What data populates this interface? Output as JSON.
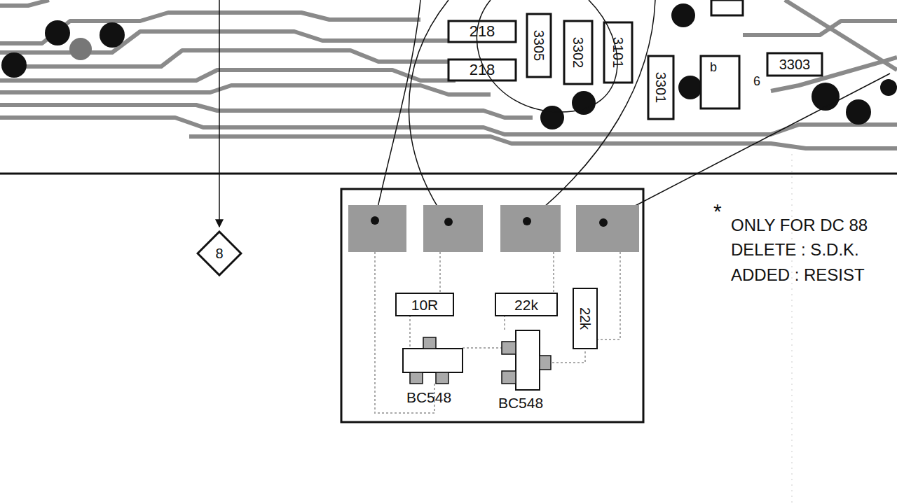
{
  "diagram": {
    "nodes": [
      {
        "text": [
          "8"
        ]
      }
    ],
    "labels": [
      "218",
      "218",
      "3305",
      "3302",
      "3101",
      "3301",
      "3303",
      "6",
      "b",
      "*",
      "ONLY FOR DC 88",
      "DELETE : S.D.K.",
      "ADDED : RESIST",
      "10R",
      "22k",
      "22k",
      "BC548",
      "BC548"
    ]
  }
}
